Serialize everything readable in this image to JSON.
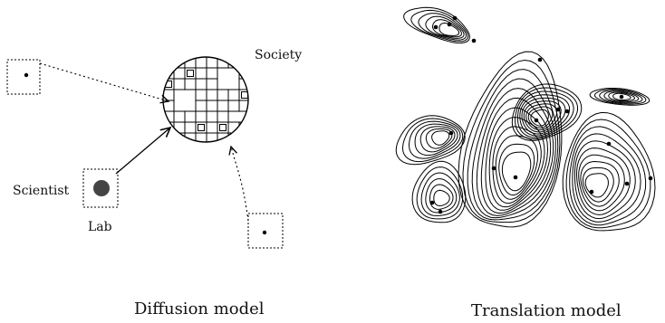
{
  "diffusion": {
    "society_label": "Society",
    "scientist_label": "Scientist",
    "lab_label": "Lab",
    "caption": "Diffusion model"
  },
  "translation": {
    "caption": "Translation model"
  },
  "colors": {
    "ink": "#000000",
    "scientist_fill": "#444444"
  }
}
